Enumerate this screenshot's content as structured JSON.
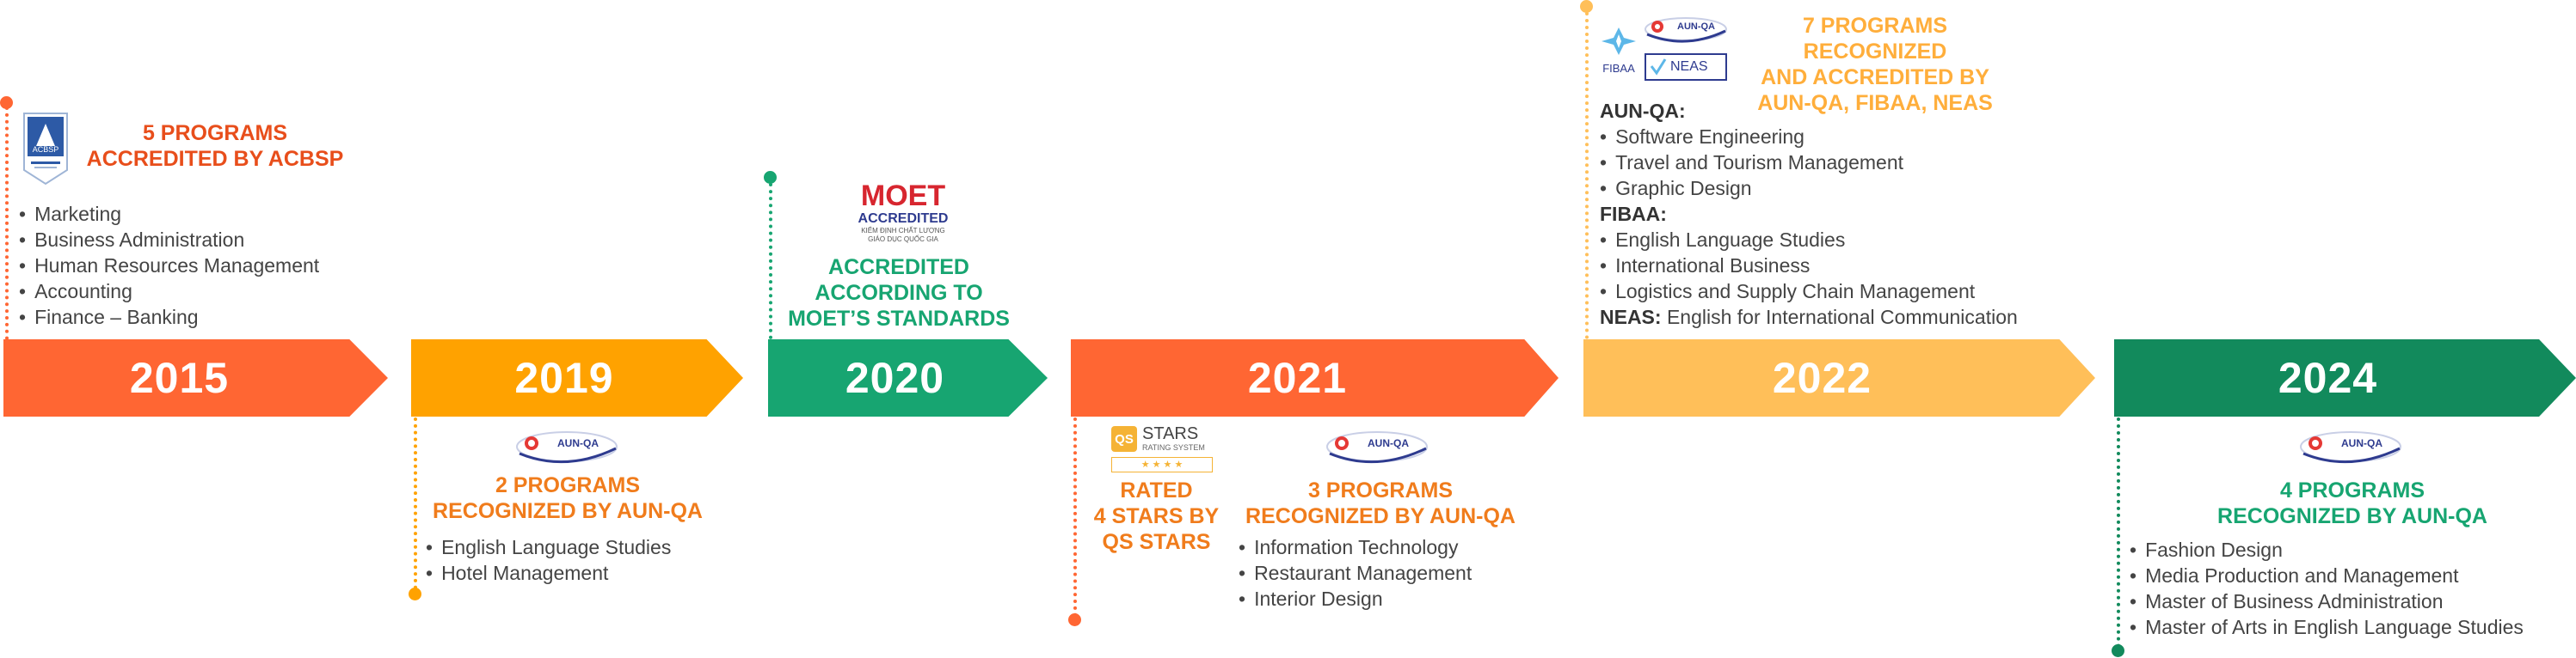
{
  "colors": {
    "orange_red": "#FF6633",
    "orange": "#FFA200",
    "green": "#17A571",
    "yellow": "#FFBF59",
    "dark_green": "#128A5C",
    "text": "#444444"
  },
  "timeline": {
    "y2015": {
      "year": "2015",
      "title": "5 PROGRAMS\nACCREDITED BY ACBSP",
      "logo_text": "ACBSP",
      "items": [
        "Marketing",
        "Business Administration",
        "Human Resources Management",
        "Accounting",
        "Finance – Banking"
      ]
    },
    "y2019": {
      "year": "2019",
      "title": "2 PROGRAMS\nRECOGNIZED BY AUN-QA",
      "logo_text": "AUN-QA",
      "items": [
        "English Language Studies",
        "Hotel Management"
      ]
    },
    "y2020": {
      "year": "2020",
      "logo_main": "MOET",
      "logo_sub": "ACCREDITED",
      "logo_small": "KIỂM ĐỊNH CHẤT LƯỢNG\nGIÁO DỤC QUỐC GIA",
      "title": "ACCREDITED\nACCORDING TO\nMOET’S STANDARDS"
    },
    "y2021": {
      "year": "2021",
      "qs_logo_main": "STARS",
      "qs_logo_sub": "RATING SYSTEM",
      "qs_badge": "QS",
      "qs_stars": "★ ★ ★ ★",
      "qs_title": "RATED\n4 STARS BY\nQS STARS",
      "aun_logo_text": "AUN-QA",
      "title": "3 PROGRAMS\nRECOGNIZED BY AUN-QA",
      "items": [
        "Information Technology",
        "Restaurant Management",
        "Interior Design"
      ]
    },
    "y2022": {
      "year": "2022",
      "title": "7 PROGRAMS RECOGNIZED\nAND ACCREDITED BY\nAUN-QA, FIBAA, NEAS",
      "fibaa_logo": "FIBAA",
      "aun_logo_text": "AUN-QA",
      "neas_logo": "NEAS",
      "aun_label": "AUN-QA:",
      "aun_items": [
        "Software Engineering",
        "Travel and Tourism Management",
        "Graphic Design"
      ],
      "fibaa_label": "FIBAA:",
      "fibaa_items": [
        "English Language Studies",
        "International Business",
        "Logistics and Supply Chain Management"
      ],
      "neas_label": "NEAS:",
      "neas_text": "English for International Communication"
    },
    "y2024": {
      "year": "2024",
      "title": "4 PROGRAMS\nRECOGNIZED BY AUN-QA",
      "logo_text": "AUN-QA",
      "items": [
        "Fashion Design",
        "Media Production and Management",
        "Master of Business Administration",
        "Master of Arts in English Language Studies"
      ]
    }
  }
}
